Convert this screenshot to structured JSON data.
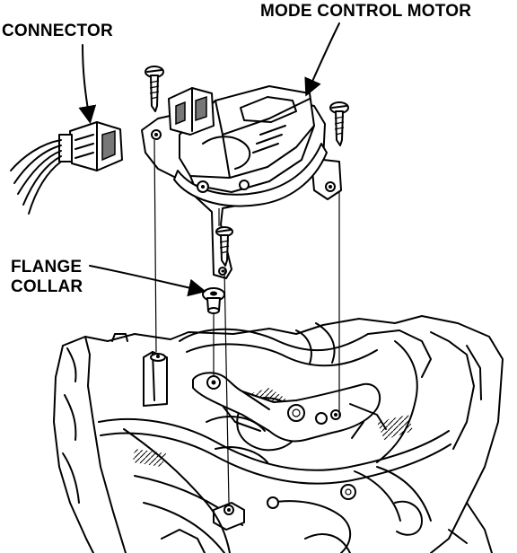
{
  "labels": {
    "mode_control_motor": "MODE CONTROL MOTOR",
    "connector": "CONNECTOR",
    "flange_collar_line1": "FLANGE",
    "flange_collar_line2": "COLLAR"
  },
  "colors": {
    "ink": "#000000",
    "paper": "#ffffff"
  }
}
